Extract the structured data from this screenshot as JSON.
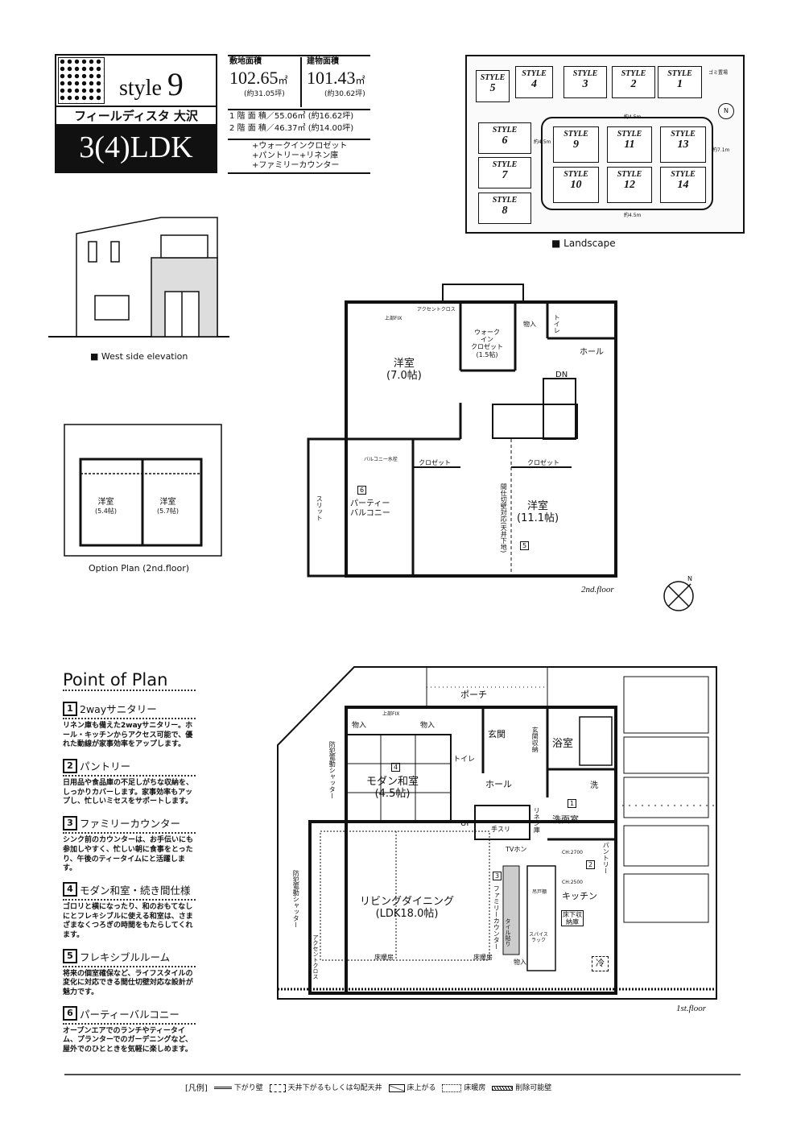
{
  "header": {
    "style_word": "style",
    "style_number": "9",
    "project_name": "フィールディスタ 大沢",
    "layout_type": "3(4)LDK",
    "site_area_label": "敷地面積",
    "site_area_value": "102.65",
    "site_area_unit": "㎡",
    "site_area_tsubo": "(約31.05坪)",
    "building_area_label": "建物面積",
    "building_area_value": "101.43",
    "building_area_unit": "㎡",
    "building_area_tsubo": "(約30.62坪)",
    "floor1_area": "1 階 面 積／55.06㎡ (約16.62坪)",
    "floor2_area": "2 階 面 積／46.37㎡ (約14.00坪)",
    "features": [
      "+ウォークインクロゼット",
      "+パントリー+リネン庫",
      "+ファミリーカウンター"
    ]
  },
  "landscape": {
    "caption": "■ Landscape",
    "styles": [
      {
        "word": "STYLE",
        "num": "5"
      },
      {
        "word": "STYLE",
        "num": "4"
      },
      {
        "word": "STYLE",
        "num": "3"
      },
      {
        "word": "STYLE",
        "num": "2"
      },
      {
        "word": "STYLE",
        "num": "1"
      },
      {
        "word": "STYLE",
        "num": "6"
      },
      {
        "word": "STYLE",
        "num": "7"
      },
      {
        "word": "STYLE",
        "num": "8"
      },
      {
        "word": "STYLE",
        "num": "9"
      },
      {
        "word": "STYLE",
        "num": "11"
      },
      {
        "word": "STYLE",
        "num": "13"
      },
      {
        "word": "STYLE",
        "num": "10"
      },
      {
        "word": "STYLE",
        "num": "12"
      },
      {
        "word": "STYLE",
        "num": "14"
      }
    ],
    "road_labels": [
      "約4.5m",
      "約4.5m",
      "約7.1m",
      "約4.5m"
    ],
    "garbage_label": "ゴミ置場",
    "north": "N"
  },
  "elevation": {
    "caption": "■ West side elevation"
  },
  "option_plan": {
    "caption": "Option Plan (2nd.floor)",
    "rooms": [
      {
        "name": "洋室",
        "size": "(5.4帖)"
      },
      {
        "name": "洋室",
        "size": "(5.7帖)"
      }
    ]
  },
  "floor2": {
    "label": "2nd.floor",
    "rooms": {
      "western1_name": "洋室",
      "western1_size": "(7.0帖)",
      "wic_name": "ウォーク\nイン\nクロゼット",
      "wic_size": "(1.5帖)",
      "storage": "物入",
      "toilet": "トイレ",
      "hall": "ホール",
      "dn": "DN",
      "closet1": "クロゼット",
      "closet2": "クロゼット",
      "western2_name": "洋室",
      "western2_size": "(11.1帖)",
      "partition_note": "間仕切壁対応(天井下地)",
      "partition_num": "5",
      "balcony_num": "6",
      "balcony_name": "パーティー\nバルコニー",
      "slit": "スリット",
      "faucet": "バルコニー水栓",
      "upper_fix": "上部FIX",
      "accent_cross": "アクセントクロス"
    },
    "north": "N"
  },
  "point_of_plan": {
    "title": "Point of Plan",
    "items": [
      {
        "num": "1",
        "title": "2wayサニタリー",
        "text": "リネン庫も備えた2wayサニタリー。ホール・キッチンからアクセス可能で、優れた動線が家事効率をアップします。"
      },
      {
        "num": "2",
        "title": "パントリー",
        "text": "日用品や食品庫の不足しがちな収納を、しっかりカバーします。家事効率もアップし、忙しいミセスをサポートします。"
      },
      {
        "num": "3",
        "title": "ファミリーカウンター",
        "text": "シンク前のカウンターは、お手伝いにも参加しやすく、忙しい朝に食事をとったり、午後のティータイムにと活躍します。"
      },
      {
        "num": "4",
        "title": "モダン和室・続き間仕様",
        "text": "ゴロリと横になったり、和のおもてなしにとフレキシブルに使える和室は、さまざまなくつろぎの時間をもたらしてくれます。"
      },
      {
        "num": "5",
        "title": "フレキシブルルーム",
        "text": "将来の個室確保など、ライフスタイルの変化に対応できる間仕切壁対応な設計が魅力です。"
      },
      {
        "num": "6",
        "title": "パーティーバルコニー",
        "text": "オープンエアでのランチやティータイム、プランターでのガーデニングなど、屋外でのひとときを気軽に楽しめます。"
      }
    ]
  },
  "floor1": {
    "label": "1st.floor",
    "rooms": {
      "porch": "ポーチ",
      "storage1": "物入",
      "storage2": "物入",
      "upper_fix": "上部FIX",
      "toilet": "トイレ",
      "entrance": "玄関",
      "entrance_storage": "玄関収納",
      "bath": "浴室",
      "washer": "洗",
      "hall": "ホール",
      "washroom_num": "1",
      "washroom": "洗面室",
      "linen": "リネン庫",
      "handrail": "手スリ",
      "up": "UP",
      "tv": "TVホン",
      "japanese_num": "4",
      "japanese_name": "モダン和室",
      "japanese_size": "(4.5帖)",
      "shutter1": "防犯電動シャッター",
      "shutter2": "防犯電動シャッター",
      "ldk_name": "リビングダイニング",
      "ldk_size": "(LDK18.0帖)",
      "floor_heat1": "床暖房",
      "floor_heat2": "床暖房",
      "accent_cross": "アクセントクロス",
      "counter_num": "3",
      "counter": "ファミリーカウンター",
      "tile": "タイル貼り",
      "ch2700": "CH:2700",
      "ch2500": "CH:2500",
      "pantry_num": "2",
      "pantry": "パントリー",
      "kitchen": "キッチン",
      "cabinet": "吊戸棚",
      "underfloor": "床下収納庫",
      "spice": "スパイスラック",
      "storage3": "物入",
      "fridge": "冷"
    }
  },
  "legend": {
    "title": "[凡例]",
    "items": [
      "下がり壁",
      "天井下がるもしくは勾配天井",
      "床上がる",
      "床暖房",
      "削除可能壁"
    ]
  }
}
